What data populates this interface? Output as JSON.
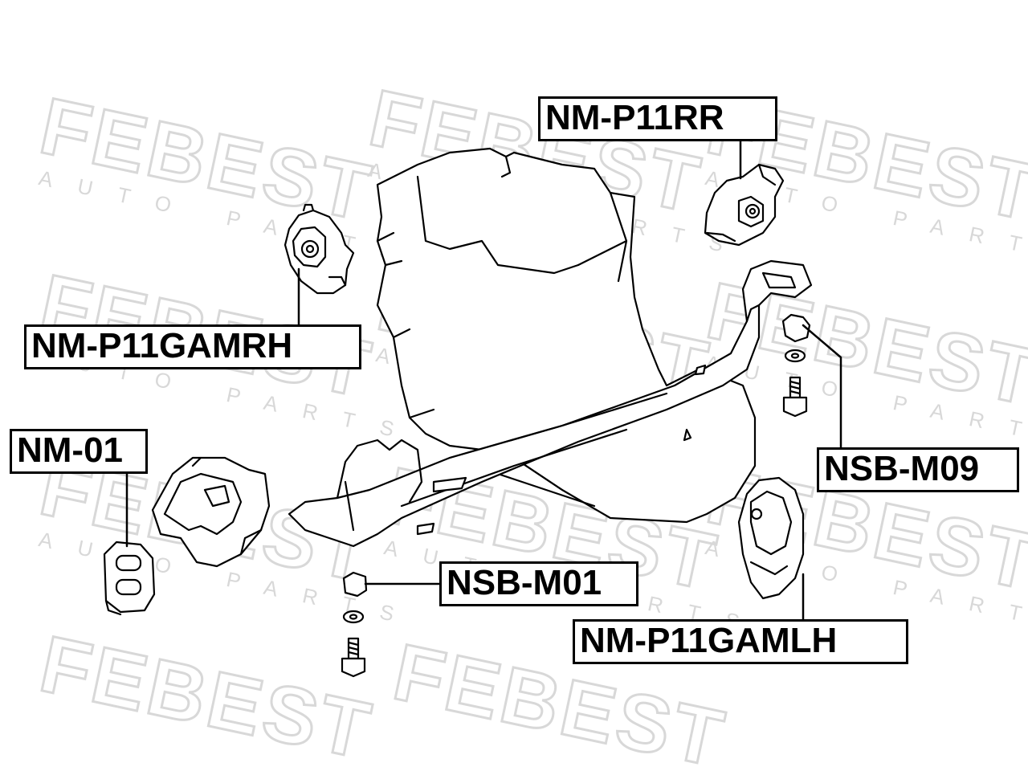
{
  "watermark": {
    "brand": "FEBEST",
    "tagline": "AUTO PARTS"
  },
  "parts": {
    "rear_mount": "NM-P11RR",
    "right_mount": "NM-P11GAMRH",
    "bracket": "NM-01",
    "front_bolt_kit": "NSB-M01",
    "rear_bolt_kit": "NSB-M09",
    "left_mount": "NM-P11GAMLH"
  },
  "colors": {
    "line": "#000000",
    "watermark": "#d8d8d8",
    "background": "#ffffff"
  }
}
